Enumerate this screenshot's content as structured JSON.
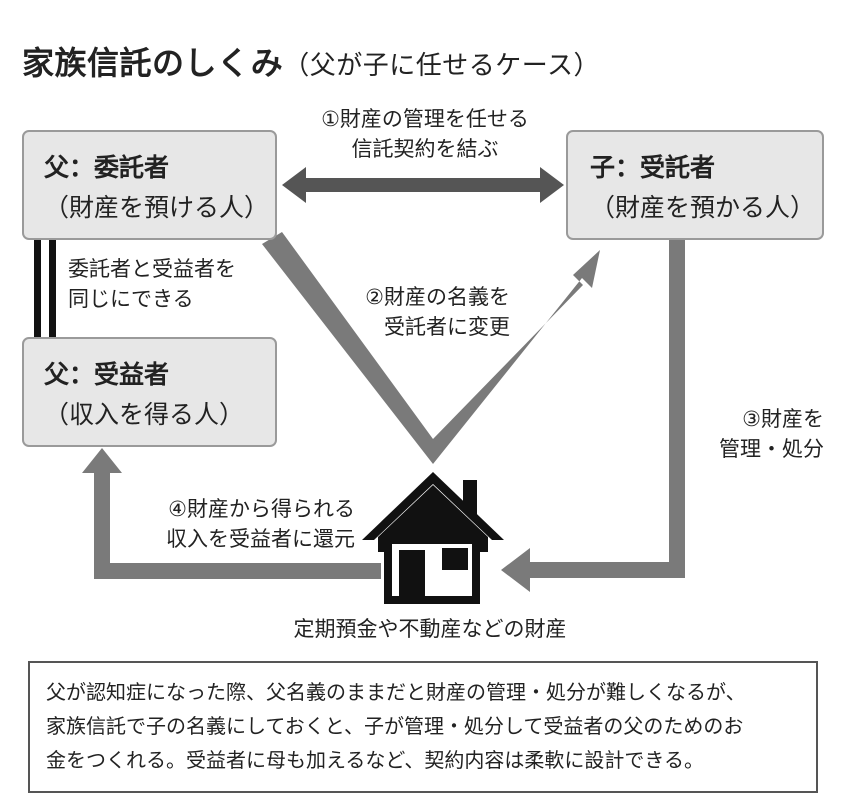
{
  "title": {
    "main": "家族信託のしくみ",
    "sub": "（父が子に任せるケース）"
  },
  "nodes": {
    "trustor": {
      "role": "父：委託者",
      "desc": "（財産を預ける人）"
    },
    "trustee": {
      "role": "子：受託者",
      "desc": "（財産を預かる人）"
    },
    "beneficiary": {
      "role": "父：受益者",
      "desc": "（収入を得る人）"
    }
  },
  "labels": {
    "same_person": [
      "委託者と受益者を",
      "同じにできる"
    ],
    "step1": [
      "①財産の管理を任せる",
      "信託契約を結ぶ"
    ],
    "step2": [
      "②財産の名義を",
      "受託者に変更"
    ],
    "step3": [
      "③財産を",
      "管理・処分"
    ],
    "step4": [
      "④財産から得られる",
      "収入を受益者に還元"
    ],
    "property": "定期預金や不動産などの財産"
  },
  "note": [
    "父が認知症になった際、父名義のままだと財産の管理・処分が難しくなるが、",
    "家族信託で子の名義にしておくと、子が管理・処分して受益者の父のためのお",
    "金をつくれる。受益者に母も加えるなど、契約内容は柔軟に設計できる。"
  ],
  "colors": {
    "box_fill": "#e7e7e7",
    "box_border": "#9a9a9a",
    "arrow_gray": "#7a7a7a",
    "arrow_dark": "#555555",
    "house": "#111111"
  }
}
